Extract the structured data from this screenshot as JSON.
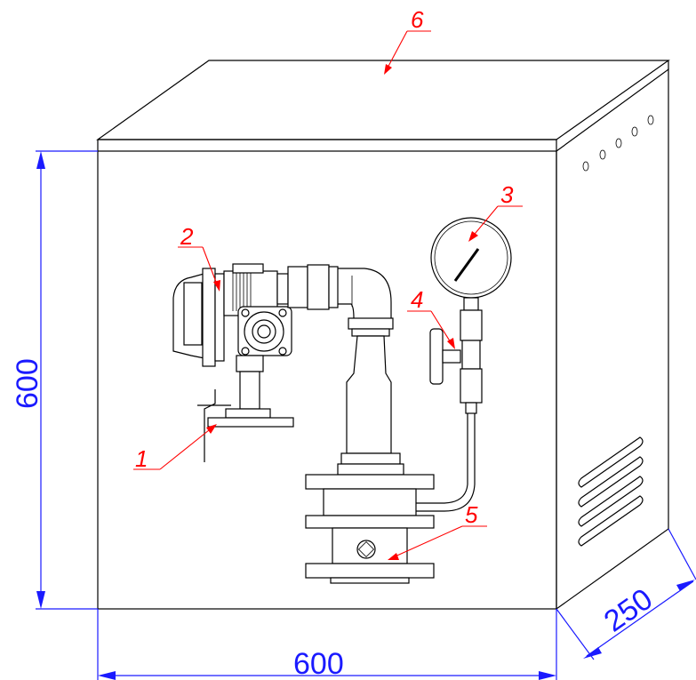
{
  "dimensions": {
    "width": "600",
    "height": "600",
    "depth": "250"
  },
  "callouts": [
    "1",
    "2",
    "3",
    "4",
    "5",
    "6"
  ],
  "colors": {
    "outline": "#000000",
    "dimension": "#1a1aff",
    "callout": "#ff0000"
  }
}
